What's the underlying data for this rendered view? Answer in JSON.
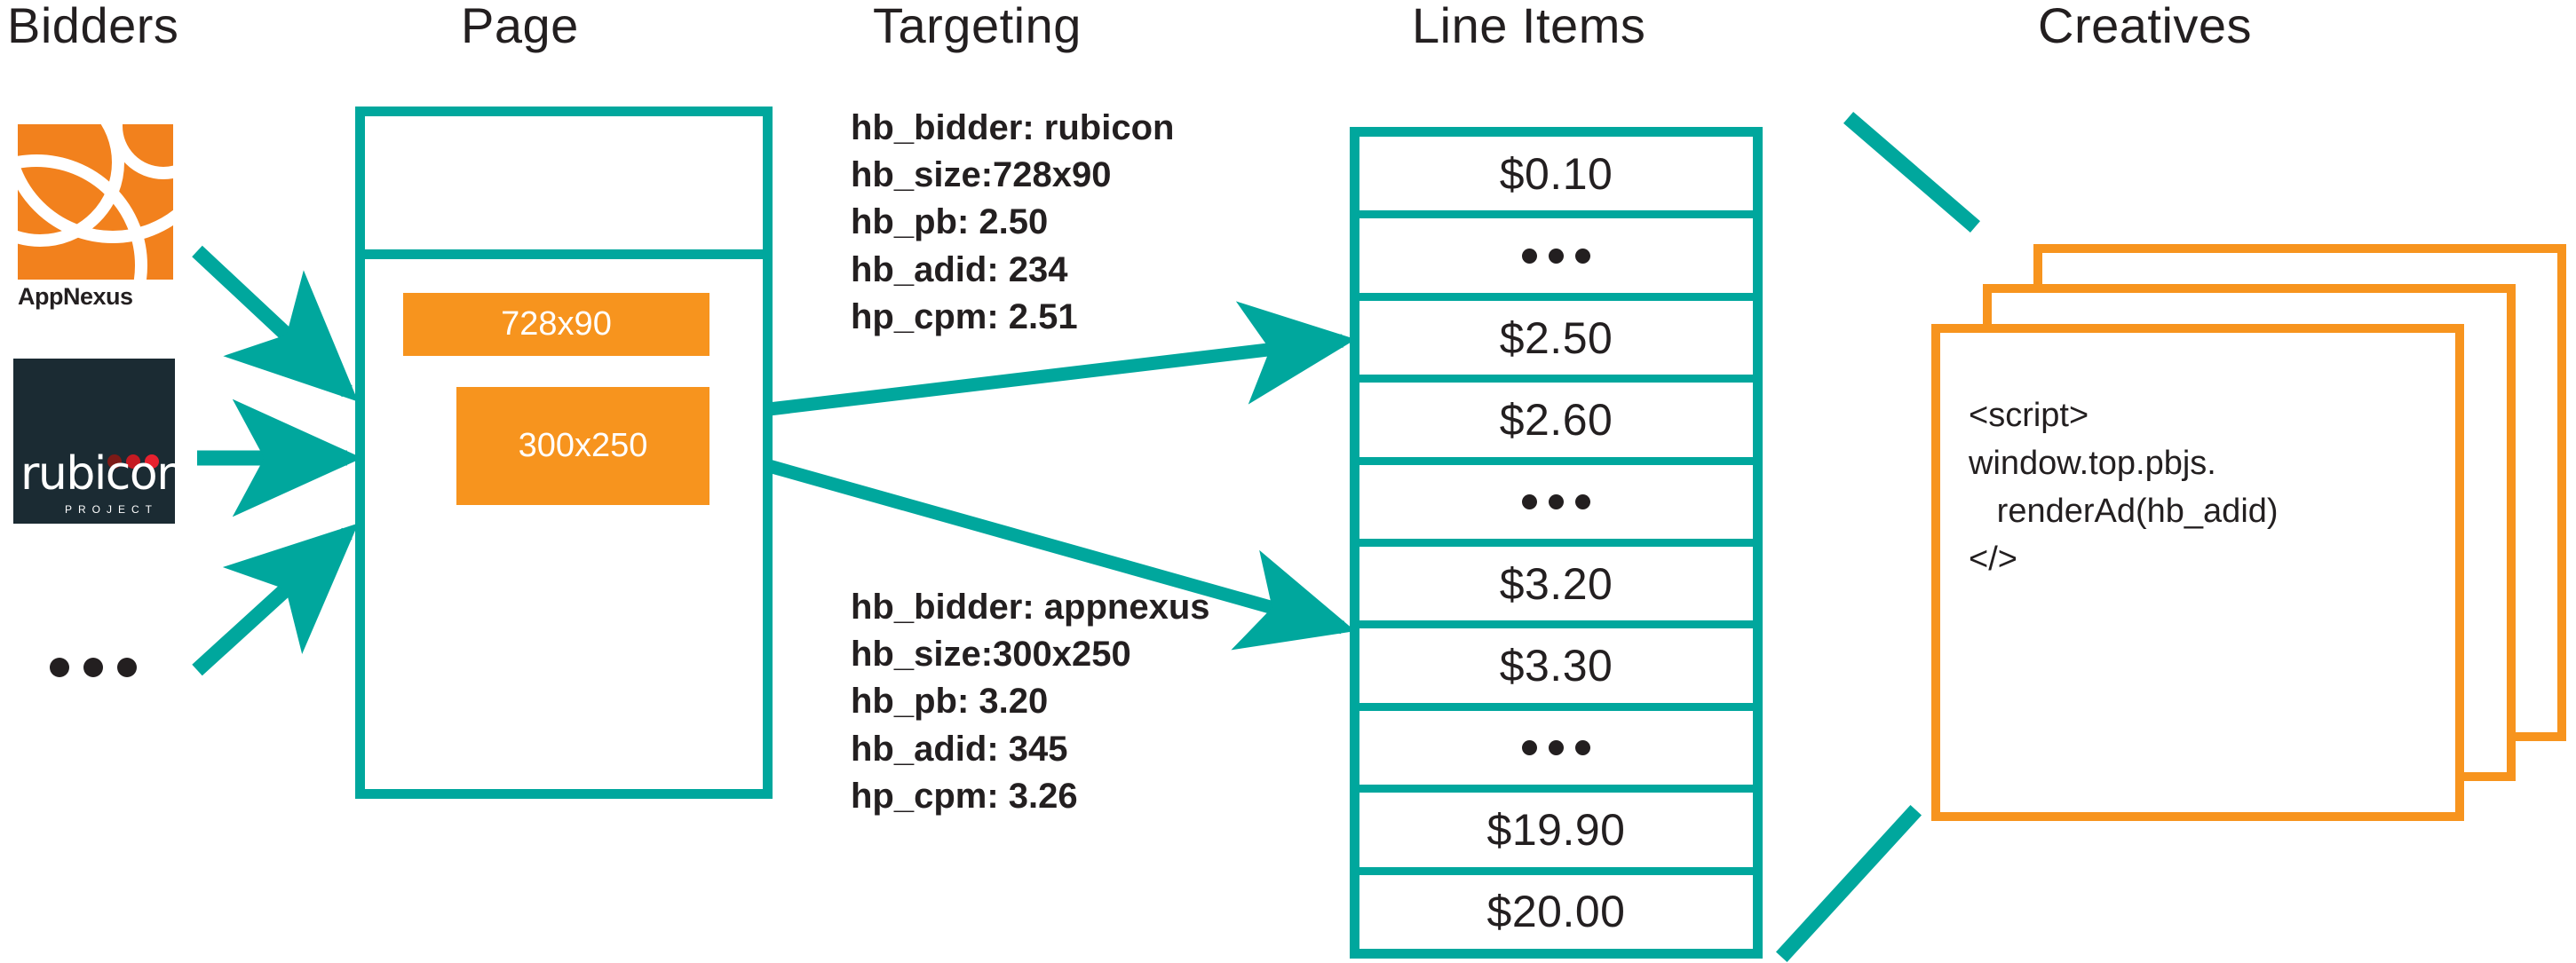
{
  "columns": [
    {
      "id": "bidders",
      "label": "Bidders"
    },
    {
      "id": "page",
      "label": "Page"
    },
    {
      "id": "targeting",
      "label": "Targeting"
    },
    {
      "id": "line_items",
      "label": "Line Items"
    },
    {
      "id": "creatives",
      "label": "Creatives"
    }
  ],
  "colors": {
    "teal": "#00A79D",
    "orange": "#F7941E",
    "logo_orange": "#F2811D",
    "navy": "#1B2B33",
    "text": "#231F20",
    "red": "#E8212F"
  },
  "bidders": {
    "appnexus": {
      "name": "AppNexus",
      "label": "AppNexus"
    },
    "rubicon": {
      "name": "rubicon project",
      "wordmark": "rubicon",
      "subtitle": "PROJECT"
    },
    "more": "..."
  },
  "page": {
    "ad_slots": [
      {
        "label": "728x90"
      },
      {
        "label": "300x250"
      }
    ]
  },
  "targeting": {
    "blocks": [
      {
        "id": "rubicon-targeting",
        "lines": [
          "hb_bidder: rubicon",
          "hb_size:728x90",
          "hb_pb: 2.50",
          "hb_adid: 234",
          "hp_cpm: 2.51"
        ],
        "text": "hb_bidder: rubicon\nhb_size:728x90\nhb_pb: 2.50\nhb_adid: 234\nhp_cpm: 2.51"
      },
      {
        "id": "appnexus-targeting",
        "lines": [
          "hb_bidder: appnexus",
          "hb_size:300x250",
          "hb_pb: 3.20",
          "hb_adid: 345",
          "hp_cpm: 3.26"
        ],
        "text": "hb_bidder: appnexus\nhb_size:300x250\nhb_pb: 3.20\nhb_adid: 345\nhp_cpm: 3.26"
      }
    ]
  },
  "line_items": {
    "rows": [
      {
        "type": "value",
        "label": "$0.10"
      },
      {
        "type": "ellipsis",
        "label": "..."
      },
      {
        "type": "value",
        "label": "$2.50"
      },
      {
        "type": "value",
        "label": "$2.60"
      },
      {
        "type": "ellipsis",
        "label": "..."
      },
      {
        "type": "value",
        "label": "$3.20"
      },
      {
        "type": "value",
        "label": "$3.30"
      },
      {
        "type": "ellipsis",
        "label": "..."
      },
      {
        "type": "value",
        "label": "$19.90"
      },
      {
        "type": "value",
        "label": "$20.00"
      }
    ]
  },
  "creatives": {
    "card_count": 3,
    "code": "<script>\nwindow.top.pbjs.\n   renderAd(hb_adid)\n</>"
  }
}
